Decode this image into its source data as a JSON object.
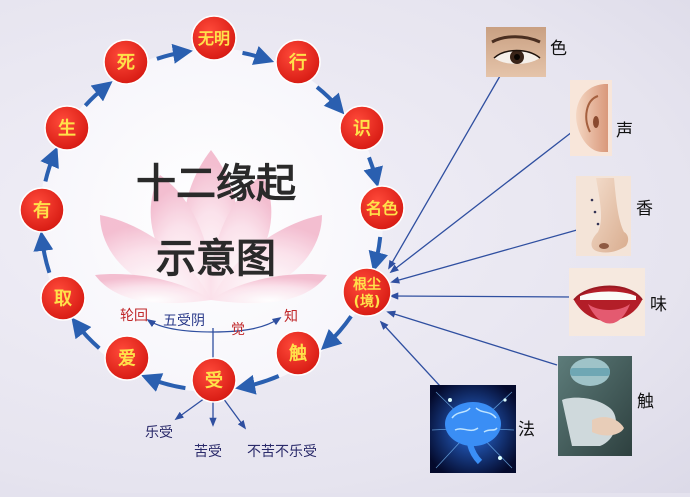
{
  "title_line1": "十二缘起",
  "title_line2": "示意图",
  "colors": {
    "node_fill": "#e8261e",
    "node_text": "#ffe14a",
    "cycle_arrow": "#2a5fb0",
    "line": "#2f4fa0"
  },
  "nodes": [
    {
      "id": "wuming",
      "label": "无明"
    },
    {
      "id": "xing",
      "label": "行"
    },
    {
      "id": "shi",
      "label": "识"
    },
    {
      "id": "mingse",
      "label": "名色"
    },
    {
      "id": "genchen",
      "label": "根尘",
      "sub": "(境)"
    },
    {
      "id": "chu",
      "label": "触"
    },
    {
      "id": "shou",
      "label": "受"
    },
    {
      "id": "ai",
      "label": "爱"
    },
    {
      "id": "qu",
      "label": "取"
    },
    {
      "id": "you",
      "label": "有"
    },
    {
      "id": "sheng",
      "label": "生"
    },
    {
      "id": "si",
      "label": "死"
    }
  ],
  "annotations": {
    "lunhui": "轮回",
    "wushouyin": "五受阴",
    "jue": "觉",
    "zhi": "知"
  },
  "feelings": [
    "乐受",
    "苦受",
    "不苦不乐受"
  ],
  "senses": [
    {
      "id": "se",
      "label": "色",
      "icon": "eye-icon"
    },
    {
      "id": "sheng",
      "label": "声",
      "icon": "ear-icon"
    },
    {
      "id": "xiang",
      "label": "香",
      "icon": "nose-icon"
    },
    {
      "id": "wei",
      "label": "味",
      "icon": "tongue-icon"
    },
    {
      "id": "chu",
      "label": "触",
      "icon": "hand-touch-icon"
    },
    {
      "id": "fa",
      "label": "法",
      "icon": "brain-icon"
    }
  ]
}
